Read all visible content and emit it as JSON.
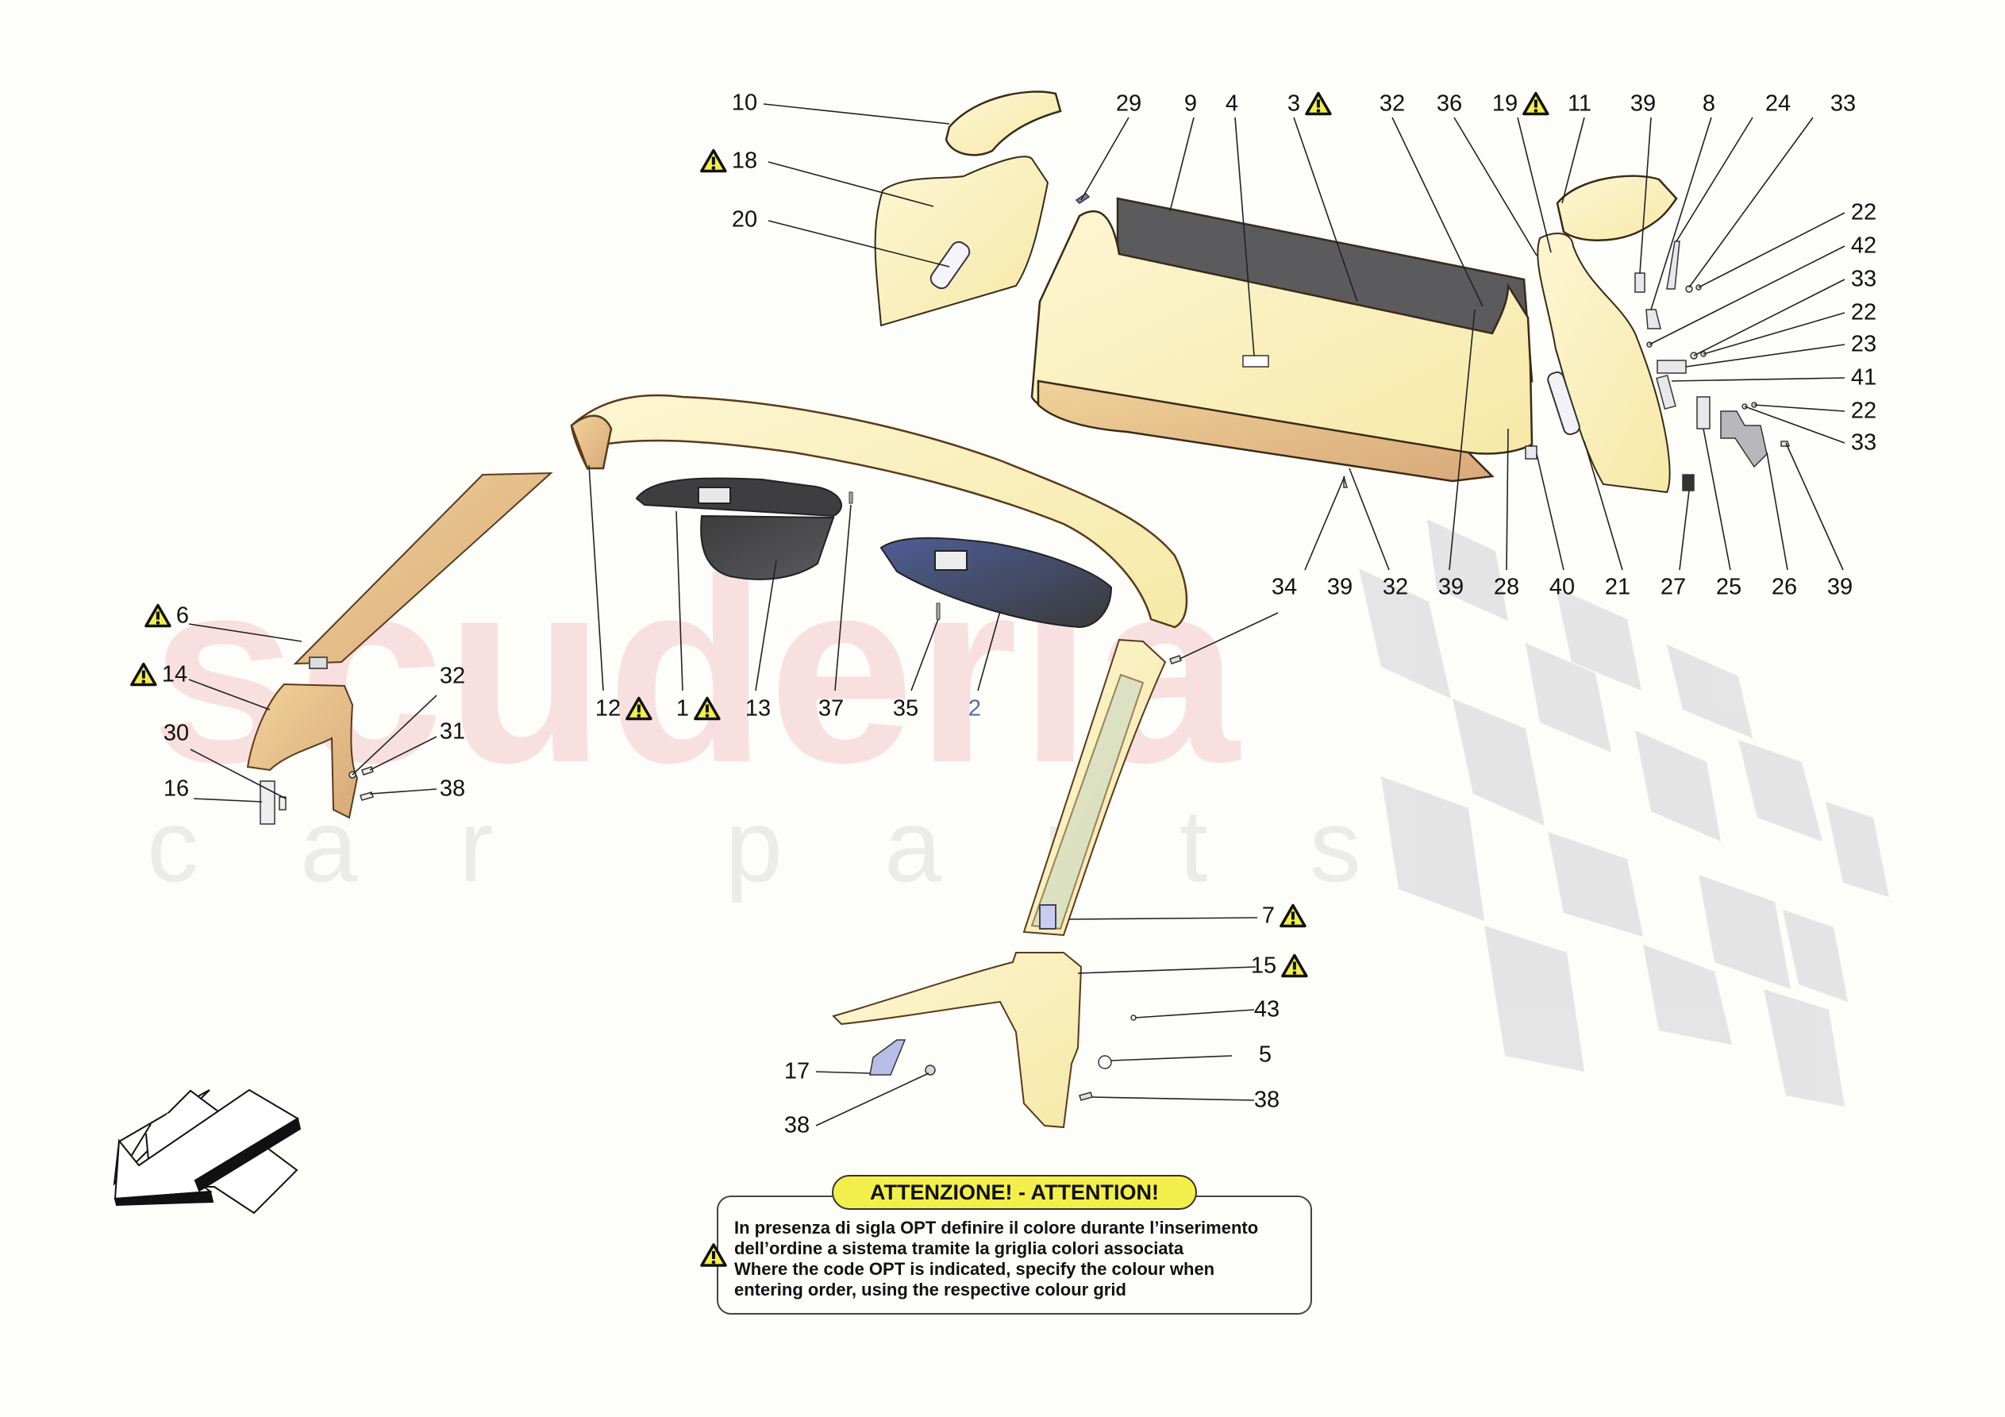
{
  "watermark": {
    "brand": "scuderia",
    "subtitle": "car parts"
  },
  "callouts": [
    {
      "id": "c10",
      "label": "10",
      "warning": false
    },
    {
      "id": "c18",
      "label": "18",
      "warning": true
    },
    {
      "id": "c20",
      "label": "20",
      "warning": false
    },
    {
      "id": "c29",
      "label": "29",
      "warning": false
    },
    {
      "id": "c9",
      "label": "9",
      "warning": false
    },
    {
      "id": "c4",
      "label": "4",
      "warning": false
    },
    {
      "id": "c3",
      "label": "3",
      "warning": true
    },
    {
      "id": "c32a",
      "label": "32",
      "warning": false
    },
    {
      "id": "c36",
      "label": "36",
      "warning": false
    },
    {
      "id": "c19",
      "label": "19",
      "warning": true
    },
    {
      "id": "c11",
      "label": "11",
      "warning": false
    },
    {
      "id": "c39a",
      "label": "39",
      "warning": false
    },
    {
      "id": "c8",
      "label": "8",
      "warning": false
    },
    {
      "id": "c24",
      "label": "24",
      "warning": false
    },
    {
      "id": "c33a",
      "label": "33",
      "warning": false
    },
    {
      "id": "c22a",
      "label": "22",
      "warning": false
    },
    {
      "id": "c42",
      "label": "42",
      "warning": false
    },
    {
      "id": "c33b",
      "label": "33",
      "warning": false
    },
    {
      "id": "c22b",
      "label": "22",
      "warning": false
    },
    {
      "id": "c23",
      "label": "23",
      "warning": false
    },
    {
      "id": "c41",
      "label": "41",
      "warning": false
    },
    {
      "id": "c22c",
      "label": "22",
      "warning": false
    },
    {
      "id": "c33c",
      "label": "33",
      "warning": false
    },
    {
      "id": "c34",
      "label": "34",
      "warning": false
    },
    {
      "id": "c39b",
      "label": "39",
      "warning": false
    },
    {
      "id": "c32b",
      "label": "32",
      "warning": false
    },
    {
      "id": "c39c",
      "label": "39",
      "warning": false
    },
    {
      "id": "c28",
      "label": "28",
      "warning": false
    },
    {
      "id": "c40",
      "label": "40",
      "warning": false
    },
    {
      "id": "c21",
      "label": "21",
      "warning": false
    },
    {
      "id": "c27",
      "label": "27",
      "warning": false
    },
    {
      "id": "c25",
      "label": "25",
      "warning": false
    },
    {
      "id": "c26",
      "label": "26",
      "warning": false
    },
    {
      "id": "c39d",
      "label": "39",
      "warning": false
    },
    {
      "id": "c6",
      "label": "6",
      "warning": true
    },
    {
      "id": "c14",
      "label": "14",
      "warning": true
    },
    {
      "id": "c32c",
      "label": "32",
      "warning": false
    },
    {
      "id": "c30",
      "label": "30",
      "warning": false
    },
    {
      "id": "c31",
      "label": "31",
      "warning": false
    },
    {
      "id": "c16",
      "label": "16",
      "warning": false
    },
    {
      "id": "c38a",
      "label": "38",
      "warning": false
    },
    {
      "id": "c12",
      "label": "12",
      "warning": true
    },
    {
      "id": "c1",
      "label": "1",
      "warning": true
    },
    {
      "id": "c13",
      "label": "13",
      "warning": false
    },
    {
      "id": "c37",
      "label": "37",
      "warning": false
    },
    {
      "id": "c35",
      "label": "35",
      "warning": false
    },
    {
      "id": "c2",
      "label": "2",
      "warning": false
    },
    {
      "id": "c7",
      "label": "7",
      "warning": true
    },
    {
      "id": "c15",
      "label": "15",
      "warning": true
    },
    {
      "id": "c43",
      "label": "43",
      "warning": false
    },
    {
      "id": "c5",
      "label": "5",
      "warning": false
    },
    {
      "id": "c38b",
      "label": "38",
      "warning": false
    },
    {
      "id": "c17",
      "label": "17",
      "warning": false
    },
    {
      "id": "c38c",
      "label": "38",
      "warning": false
    }
  ],
  "notice": {
    "title": "ATTENZIONE! - ATTENTION!",
    "lines": [
      "In presenza di sigla OPT definire il colore durante l’inserimento",
      "dell’ordine a sistema tramite la griglia colori associata",
      "Where the code OPT is indicated, specify the colour when",
      "entering order, using the respective colour grid"
    ]
  },
  "colors": {
    "background": "#fdfdf9",
    "part_cream": "#fbf3c8",
    "part_tan": "#e9c58f",
    "part_dark": "#555555",
    "part_blue": "#5c6a9a",
    "warning_yellow": "#f3ef4a",
    "watermark_pink": "#f096a0",
    "checker_grey": "#dcdcdc"
  },
  "orientation_arrow": {
    "direction": "down-left"
  }
}
